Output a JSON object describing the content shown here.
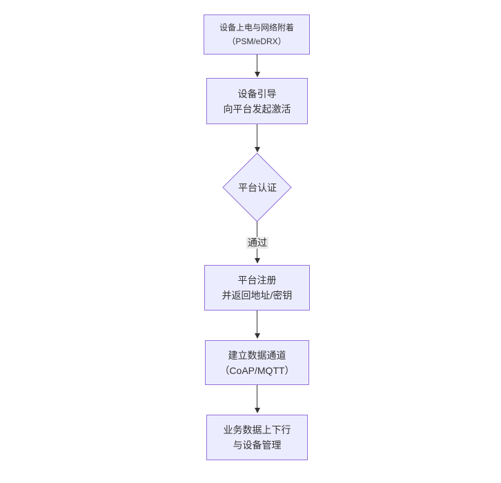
{
  "diagram": {
    "type": "flowchart",
    "direction": "top-down",
    "colors": {
      "background": "#ffffff",
      "node_fill": "#ECECFF",
      "node_border": "#9370DB",
      "arrow": "#333333",
      "text": "#333333",
      "edge_label_bg": "#e8e8e8"
    },
    "nodes": [
      {
        "id": "A",
        "shape": "rect",
        "line1": "设备上电与网络附着",
        "line2": "（PSM/eDRX）"
      },
      {
        "id": "B",
        "shape": "rect",
        "line1": "设备引导",
        "line2": "向平台发起激活"
      },
      {
        "id": "C",
        "shape": "diamond",
        "line1": "平台认证",
        "line2": ""
      },
      {
        "id": "D",
        "shape": "rect",
        "line1": "平台注册",
        "line2": "并返回地址/密钥"
      },
      {
        "id": "E",
        "shape": "rect",
        "line1": "建立数据通道",
        "line2": "（CoAP/MQTT）"
      },
      {
        "id": "F",
        "shape": "rect",
        "line1": "业务数据上下行",
        "line2": "与设备管理"
      }
    ],
    "edges": [
      {
        "from": "A",
        "to": "B",
        "label": ""
      },
      {
        "from": "B",
        "to": "C",
        "label": ""
      },
      {
        "from": "C",
        "to": "D",
        "label": "通过"
      },
      {
        "from": "D",
        "to": "E",
        "label": ""
      },
      {
        "from": "E",
        "to": "F",
        "label": ""
      }
    ]
  }
}
